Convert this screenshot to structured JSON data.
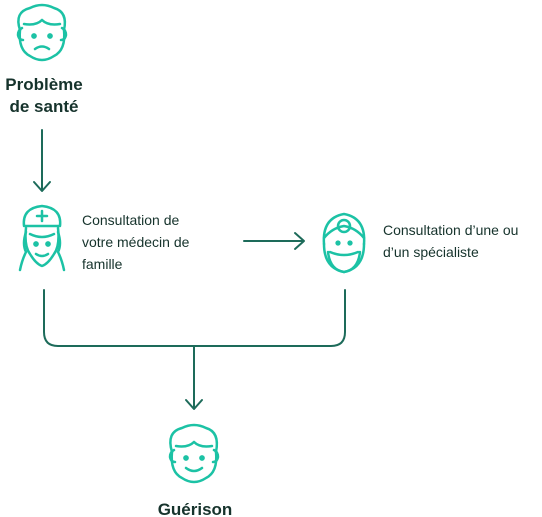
{
  "colors": {
    "accent": "#1cc2a5",
    "line": "#1d6b5a",
    "text": "#16332c"
  },
  "nodes": {
    "problem": {
      "icon": "sad-face-icon",
      "label_lines": [
        "Problème",
        "de santé"
      ]
    },
    "gp": {
      "icon": "nurse-icon",
      "label_lines": [
        "Consultation de",
        "votre médecin de",
        "famille"
      ]
    },
    "specialist": {
      "icon": "doctor-head-mirror-icon",
      "label_lines": [
        "Consultation d’une ou",
        "d’un spécialiste"
      ]
    },
    "healing": {
      "icon": "happy-face-icon",
      "label_lines": [
        "Guérison"
      ]
    }
  }
}
